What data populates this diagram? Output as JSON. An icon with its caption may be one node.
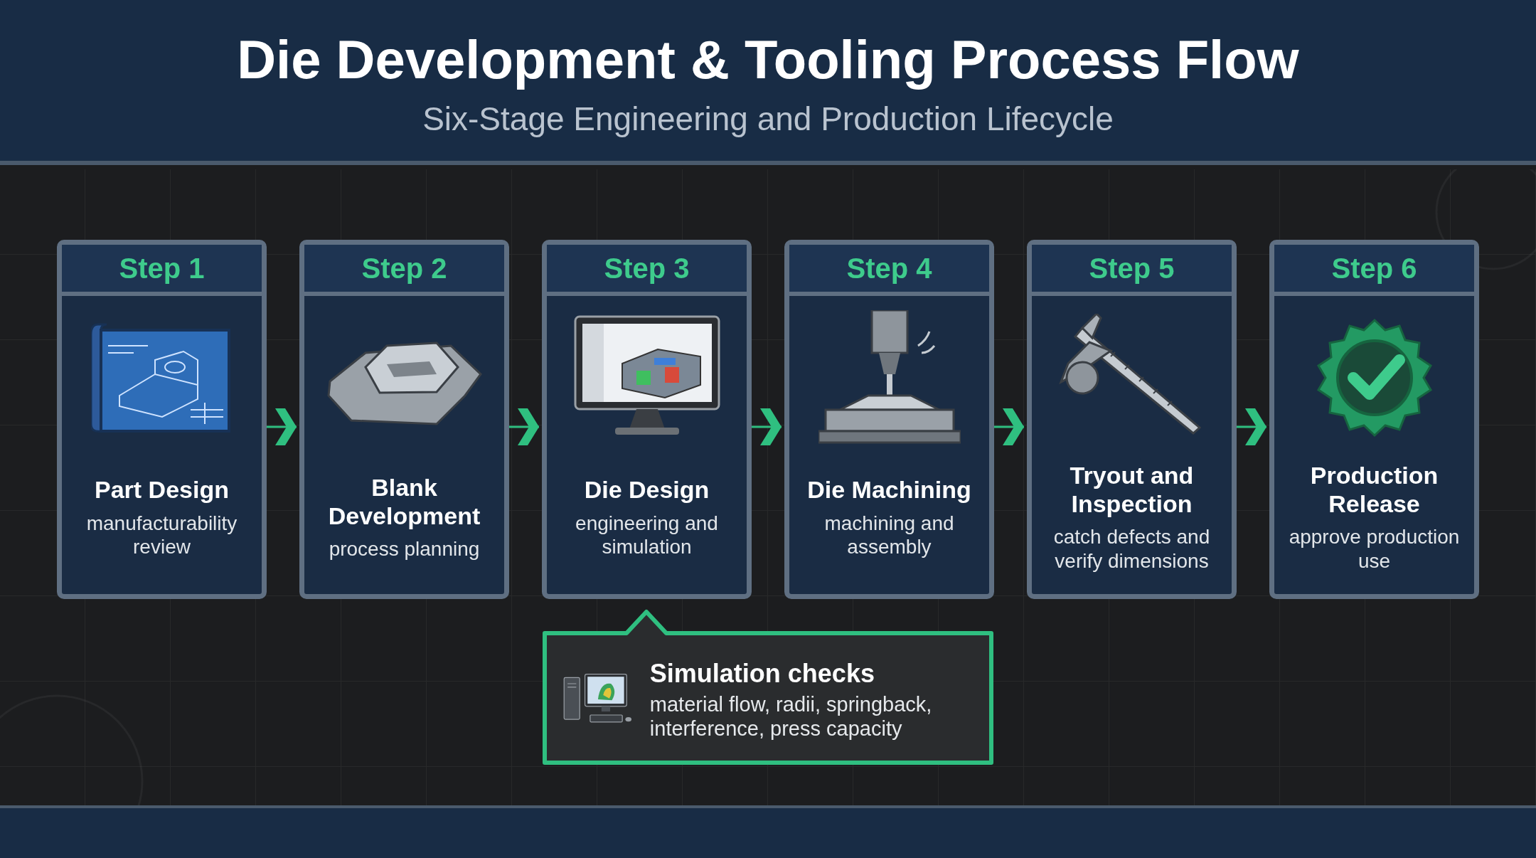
{
  "diagram": {
    "title": "Die Development & Tooling Process Flow",
    "caption": "Six-Stage Engineering and Production Lifecycle",
    "nodes": [
      {
        "text": [
          "Step 1",
          "Part Design",
          "manufacturability review"
        ]
      },
      {
        "text": [
          "Step 2",
          "Blank Development",
          "process planning"
        ]
      },
      {
        "text": [
          "Step 3",
          "Die Design",
          "engineering and simulation"
        ]
      },
      {
        "text": [
          "Step 4",
          "Die Machining",
          "machining and assembly"
        ]
      },
      {
        "text": [
          "Step 5",
          "Tryout and Inspection",
          "catch defects and verify dimensions"
        ]
      },
      {
        "text": [
          "Step 6",
          "Production Release",
          "approve production use"
        ]
      },
      {
        "text": [
          "Simulation checks",
          "material flow, radii, springback, interference, press capacity"
        ]
      }
    ],
    "edges": [
      {
        "from": 0,
        "to": 1,
        "arrow": "to"
      },
      {
        "from": 1,
        "to": 2,
        "arrow": "to"
      },
      {
        "from": 2,
        "to": 3,
        "arrow": "to"
      },
      {
        "from": 3,
        "to": 4,
        "arrow": "to"
      },
      {
        "from": 4,
        "to": 5,
        "arrow": "to"
      }
    ]
  }
}
